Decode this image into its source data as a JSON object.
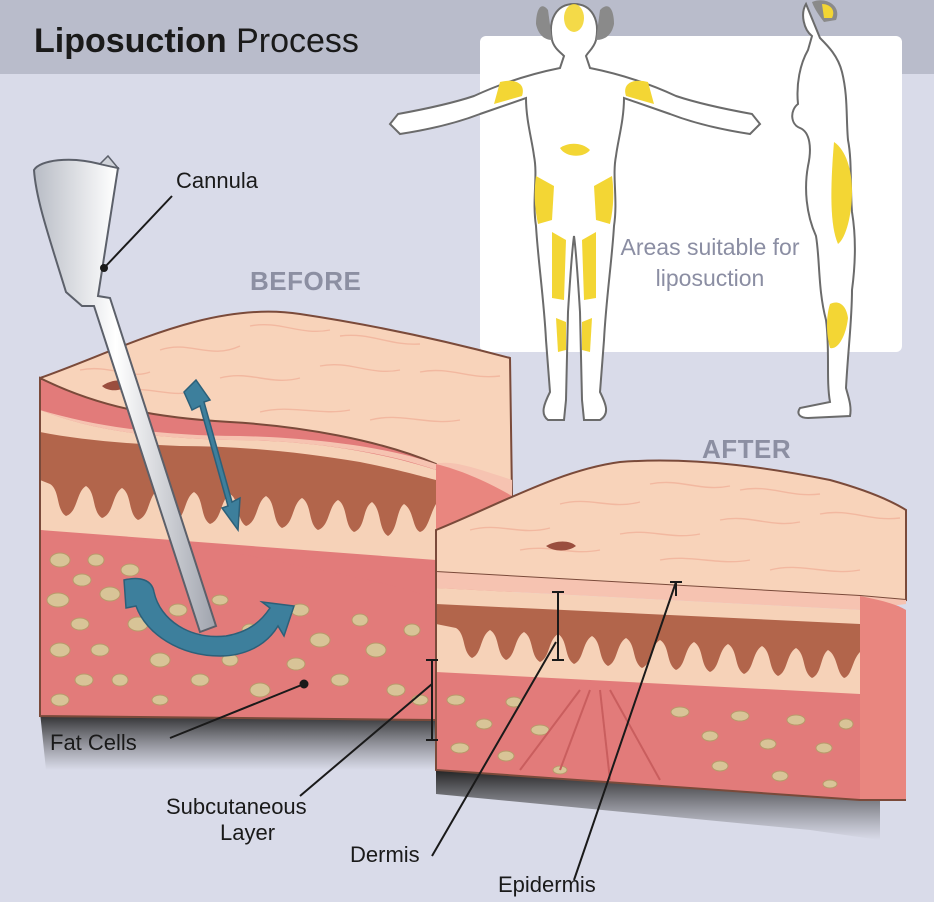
{
  "title": {
    "bold": "Liposuction",
    "regular": "Process"
  },
  "section_labels": {
    "before": "BEFORE",
    "after": "AFTER"
  },
  "areas_caption": "Areas suitable for liposuction",
  "labels": {
    "cannula": "Cannula",
    "fat_cells": "Fat Cells",
    "subcutaneous_line1": "Subcutaneous",
    "subcutaneous_line2": "Layer",
    "dermis": "Dermis",
    "epidermis": "Epidermis"
  },
  "colors": {
    "background": "#d9dbe9",
    "header": "#b9bccb",
    "epidermis": "#f6cdb1",
    "dermis_band": "#b2654b",
    "subcutaneous": "#e27b7a",
    "fat_cell": "#d8c497",
    "arrow": "#3d7f9c",
    "highlight": "#f3d634"
  }
}
